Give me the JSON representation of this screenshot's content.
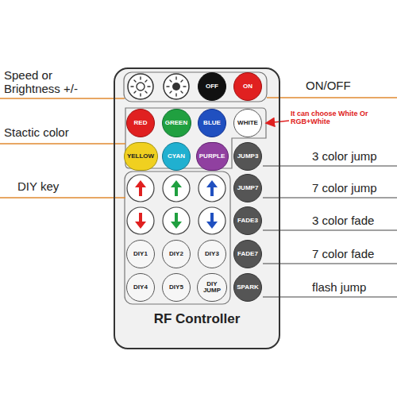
{
  "diagram": {
    "nodes": [
      {
        "text": [
          "RF Controller"
        ]
      },
      {
        "text": [
          "OFF"
        ],
        "in": 0
      },
      {
        "text": [
          "ON"
        ],
        "in": 0
      },
      {
        "text": [
          "RED"
        ],
        "in": 0
      },
      {
        "text": [
          "GREEN"
        ],
        "in": 0
      },
      {
        "text": [
          "BLUE"
        ],
        "in": 0
      },
      {
        "text": [
          "WHITE"
        ],
        "in": 0
      },
      {
        "text": [
          "YELLOW"
        ],
        "in": 0
      },
      {
        "text": [
          "CYAN"
        ],
        "in": 0
      },
      {
        "text": [
          "PURPLE"
        ],
        "in": 0
      },
      {
        "text": [
          "JUMP3"
        ],
        "in": 0
      },
      {
        "text": [
          "JUMP7"
        ],
        "in": 0
      },
      {
        "text": [
          "FADE3"
        ],
        "in": 0
      },
      {
        "text": [
          "FADE7"
        ],
        "in": 0
      },
      {
        "text": [
          "SPARK"
        ],
        "in": 0
      },
      {
        "text": [
          "DIY1"
        ],
        "in": 0
      },
      {
        "text": [
          "DIY2"
        ],
        "in": 0
      },
      {
        "text": [
          "DIY3"
        ],
        "in": 0
      },
      {
        "text": [
          "DIY4"
        ],
        "in": 0
      },
      {
        "text": [
          "DIY5"
        ],
        "in": 0
      },
      {
        "text": [
          "DIY JUMP"
        ],
        "in": 0
      }
    ],
    "labels": [
      "Speed or Brightness +/-",
      "ON/OFF",
      "Stactic color",
      "It can choose White Or RGB+White",
      "3 color jump",
      "7 color jump",
      "3 color fade",
      "7 color fade",
      "flash jump",
      "DIY key"
    ]
  }
}
